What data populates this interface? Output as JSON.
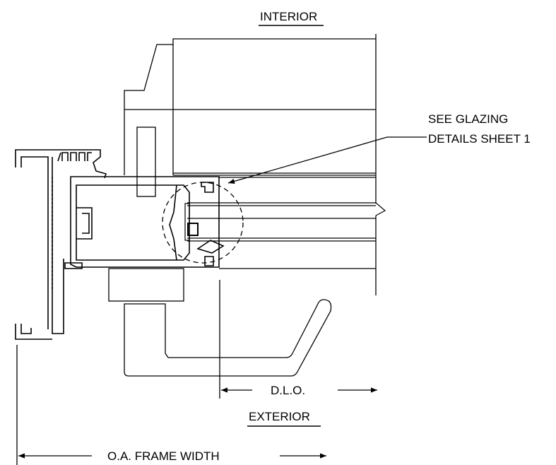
{
  "labels": {
    "interior": "INTERIOR",
    "exterior": "EXTERIOR",
    "callout_line1": "SEE GLAZING",
    "callout_line2": "DETAILS SHEET 1",
    "dlo": "D.L.O.",
    "oa_frame_width": "O.A. FRAME WIDTH"
  }
}
